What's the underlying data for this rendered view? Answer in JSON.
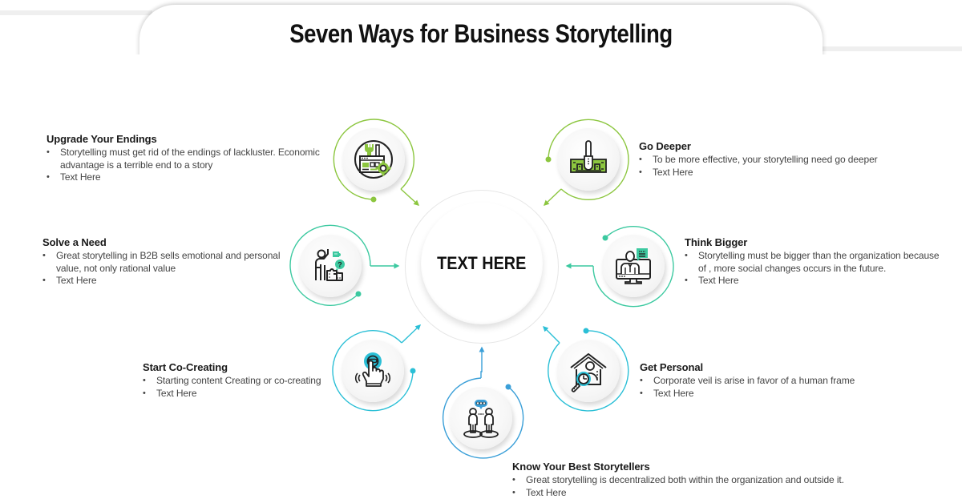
{
  "title": "Seven Ways for Business Storytelling",
  "center": {
    "label": "TEXT HERE"
  },
  "colors": {
    "green": "#8cc63f",
    "teal": "#3cc9a0",
    "cyan": "#2bbfd6",
    "blue": "#3a9fd8",
    "ink": "#222222"
  },
  "items": [
    {
      "id": "upgrade-your-endings",
      "title": "Upgrade Your Endings",
      "icon": "factory-gear-icon",
      "bullets": [
        "Storytelling must get rid of the endings of lackluster. Economic advantage is a  terrible end to a story",
        "Text Here"
      ]
    },
    {
      "id": "solve-a-need",
      "title": "Solve a Need",
      "icon": "person-puzzle-question-icon",
      "bullets": [
        "Great storytelling in B2B sells emotional and personal value, not only rational value",
        "Text Here"
      ]
    },
    {
      "id": "start-co-creating",
      "title": "Start Co-Creating",
      "icon": "hand-press-button-icon",
      "bullets": [
        "Starting content Creating or co-creating",
        "Text Here"
      ]
    },
    {
      "id": "know-your-best-storytellers",
      "title": "Know Your Best Storytellers",
      "icon": "two-people-chat-icon",
      "bullets": [
        "Great storytelling is decentralized both within the organization and outside it.",
        "Text Here"
      ]
    },
    {
      "id": "get-personal",
      "title": "Get Personal",
      "icon": "house-person-magnifier-icon",
      "bullets": [
        "Corporate veil is arise in favor of a human frame",
        "Text Here"
      ]
    },
    {
      "id": "think-bigger",
      "title": "Think Bigger",
      "icon": "monitor-person-chat-icon",
      "bullets": [
        "Storytelling must be bigger than the organization because of , more social changes occurs in the future.",
        "Text Here"
      ]
    },
    {
      "id": "go-deeper",
      "title": "Go Deeper",
      "icon": "gear-shift-lever-icon",
      "bullets": [
        "To be more effective, your storytelling need go deeper",
        "Text Here"
      ]
    }
  ]
}
